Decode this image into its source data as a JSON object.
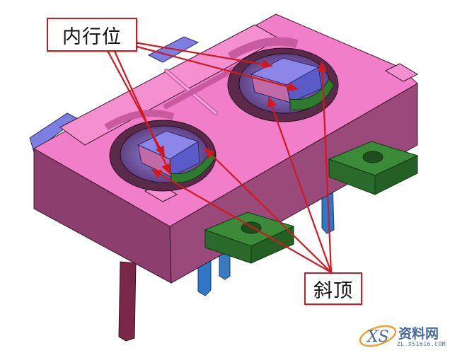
{
  "figure": {
    "description": "3D CAD rendering of a two-cavity injection mold core with inner slides and angled lifters",
    "labels": {
      "inner_slide": "内行位",
      "lifter": "斜顶"
    },
    "watermark": {
      "logo_text": "XS",
      "brand": "资料网",
      "url": "ZL.XS1616.COM"
    },
    "colors": {
      "core_top": "#f07ec8",
      "core_side": "#8c3f6e",
      "core_side_dark": "#6e2f55",
      "slide_blue": "#7c7fe0",
      "lifter_green": "#2e7a2e",
      "lifter_rod_blue": "#2f78c8",
      "ejector_maroon": "#7a2848",
      "arrow_red": "#d0181e",
      "label_border": "#b8232a"
    },
    "annotations": [
      {
        "label_ref": "inner_slide",
        "targets": [
          "left cavity slide top",
          "left cavity slide front",
          "right cavity slide top",
          "right cavity slide front"
        ]
      },
      {
        "label_ref": "lifter",
        "targets": [
          "left cavity lifter head (left)",
          "left cavity lifter head (right)",
          "right cavity lifter head (left)",
          "right cavity lifter head (right)"
        ]
      }
    ]
  }
}
